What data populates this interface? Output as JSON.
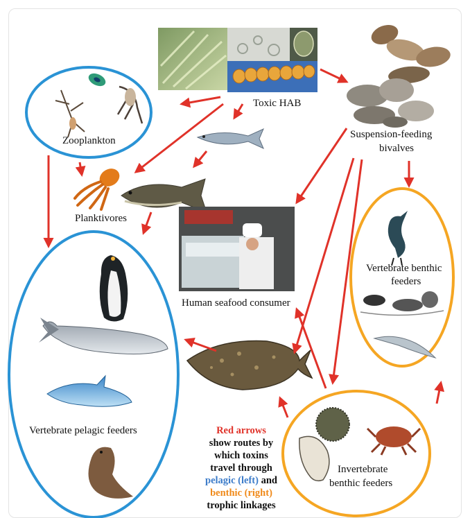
{
  "colors": {
    "arrow": "#e03229",
    "pelagic_ring": "#2a93d5",
    "benthic_ring": "#f5a623"
  },
  "labels": {
    "toxic_hab": "Toxic HAB",
    "zooplankton": "Zooplankton",
    "planktivores": "Planktivores",
    "suspension_line1": "Suspension-feeding",
    "suspension_line2": "bivalves",
    "human": "Human seafood consumer",
    "vert_benthic_line1": "Vertebrate benthic",
    "vert_benthic_line2": "feeders",
    "vert_pelagic": "Vertebrate pelagic feeders",
    "invert_line1": "Invertebrate",
    "invert_line2": "benthic feeders"
  },
  "legend": {
    "line1": "Red arrows",
    "line2": "show routes by",
    "line3": "which toxins",
    "line4": "travel through",
    "line5_colored": "pelagic (left)",
    "line5_rest": " and",
    "line6_colored": "benthic (right)",
    "line7": "trophic linkages"
  },
  "icons": [
    "phytoplankton-icon",
    "oyster-icon",
    "copepod-icon",
    "squid-icon",
    "herring-icon",
    "cod-icon",
    "chef-icon",
    "cormorant-icon",
    "otter-icon",
    "gull-icon",
    "penguin-icon",
    "whale-icon",
    "dolphin-icon",
    "sea-lion-icon",
    "flounder-icon",
    "urchin-icon",
    "whelk-icon",
    "crab-icon"
  ]
}
